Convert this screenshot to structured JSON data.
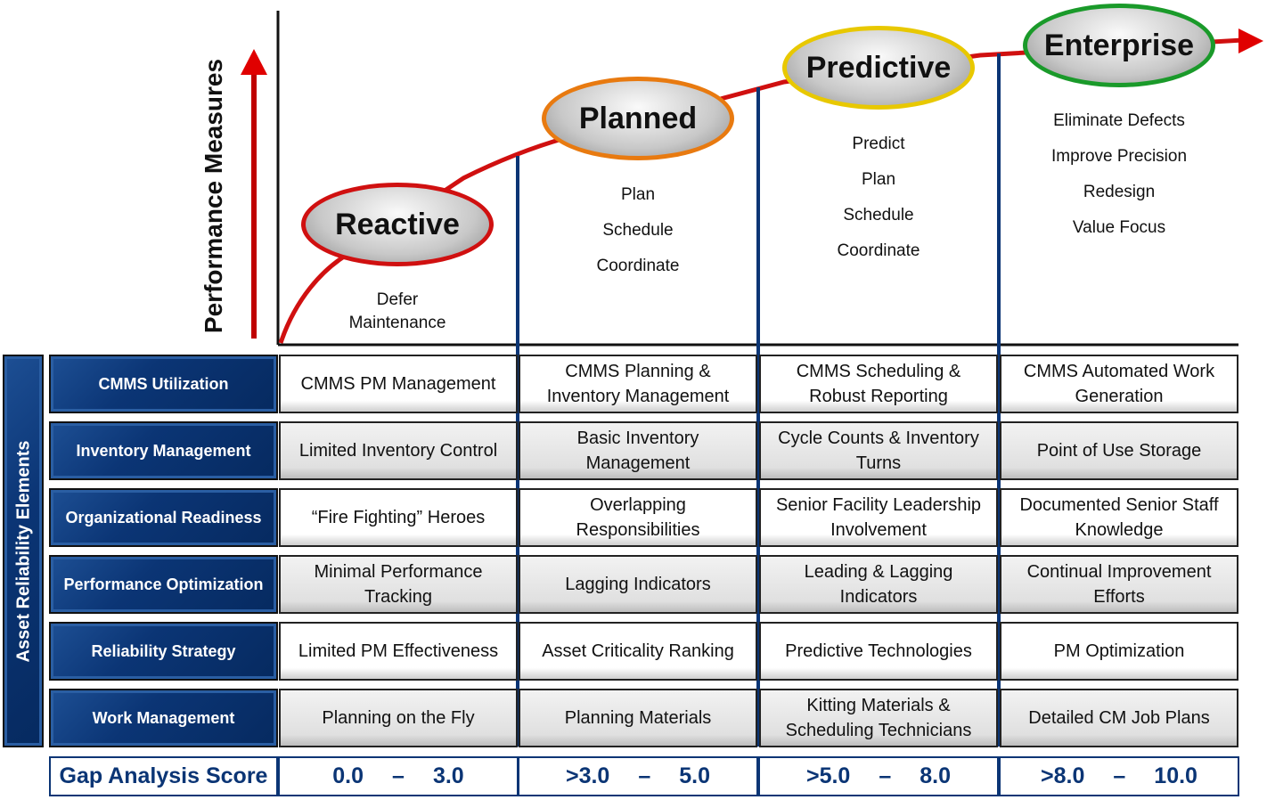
{
  "axis_label": "Performance Measures",
  "side_label": "Asset Reliability Elements",
  "stages": [
    {
      "name": "Reactive",
      "color": "#d01010",
      "items": [
        "Defer",
        "Maintenance"
      ]
    },
    {
      "name": "Planned",
      "color": "#e87a10",
      "items": [
        "Plan",
        "Schedule",
        "Coordinate"
      ]
    },
    {
      "name": "Predictive",
      "color": "#e8c800",
      "items": [
        "Predict",
        "Plan",
        "Schedule",
        "Coordinate"
      ]
    },
    {
      "name": "Enterprise",
      "color": "#1a9a2a",
      "items": [
        "Eliminate Defects",
        "Improve Precision",
        "Redesign",
        "Value Focus"
      ]
    }
  ],
  "rows": [
    {
      "label": "CMMS Utilization",
      "cells": [
        "CMMS PM Management",
        "CMMS Planning & Inventory Management",
        "CMMS Scheduling & Robust Reporting",
        "CMMS Automated Work Generation"
      ]
    },
    {
      "label": "Inventory Management",
      "cells": [
        "Limited Inventory Control",
        "Basic Inventory Management",
        "Cycle Counts & Inventory Turns",
        "Point of Use Storage"
      ]
    },
    {
      "label": "Organizational Readiness",
      "cells": [
        "“Fire Fighting” Heroes",
        "Overlapping Responsibilities",
        "Senior Facility Leadership Involvement",
        "Documented Senior Staff Knowledge"
      ]
    },
    {
      "label": "Performance Optimization",
      "cells": [
        "Minimal Performance Tracking",
        "Lagging Indicators",
        "Leading & Lagging Indicators",
        "Continual Improvement Efforts"
      ]
    },
    {
      "label": "Reliability Strategy",
      "cells": [
        "Limited PM Effectiveness",
        "Asset Criticality Ranking",
        "Predictive Technologies",
        "PM Optimization"
      ]
    },
    {
      "label": "Work Management",
      "cells": [
        "Planning on the Fly",
        "Planning Materials",
        "Kitting Materials & Scheduling Technicians",
        "Detailed CM Job Plans"
      ]
    }
  ],
  "gap": {
    "label": "Gap Analysis Score",
    "dash": "–",
    "ranges": [
      [
        "0.0",
        "3.0"
      ],
      [
        ">3.0",
        "5.0"
      ],
      [
        ">5.0",
        "8.0"
      ],
      [
        ">8.0",
        "10.0"
      ]
    ]
  }
}
